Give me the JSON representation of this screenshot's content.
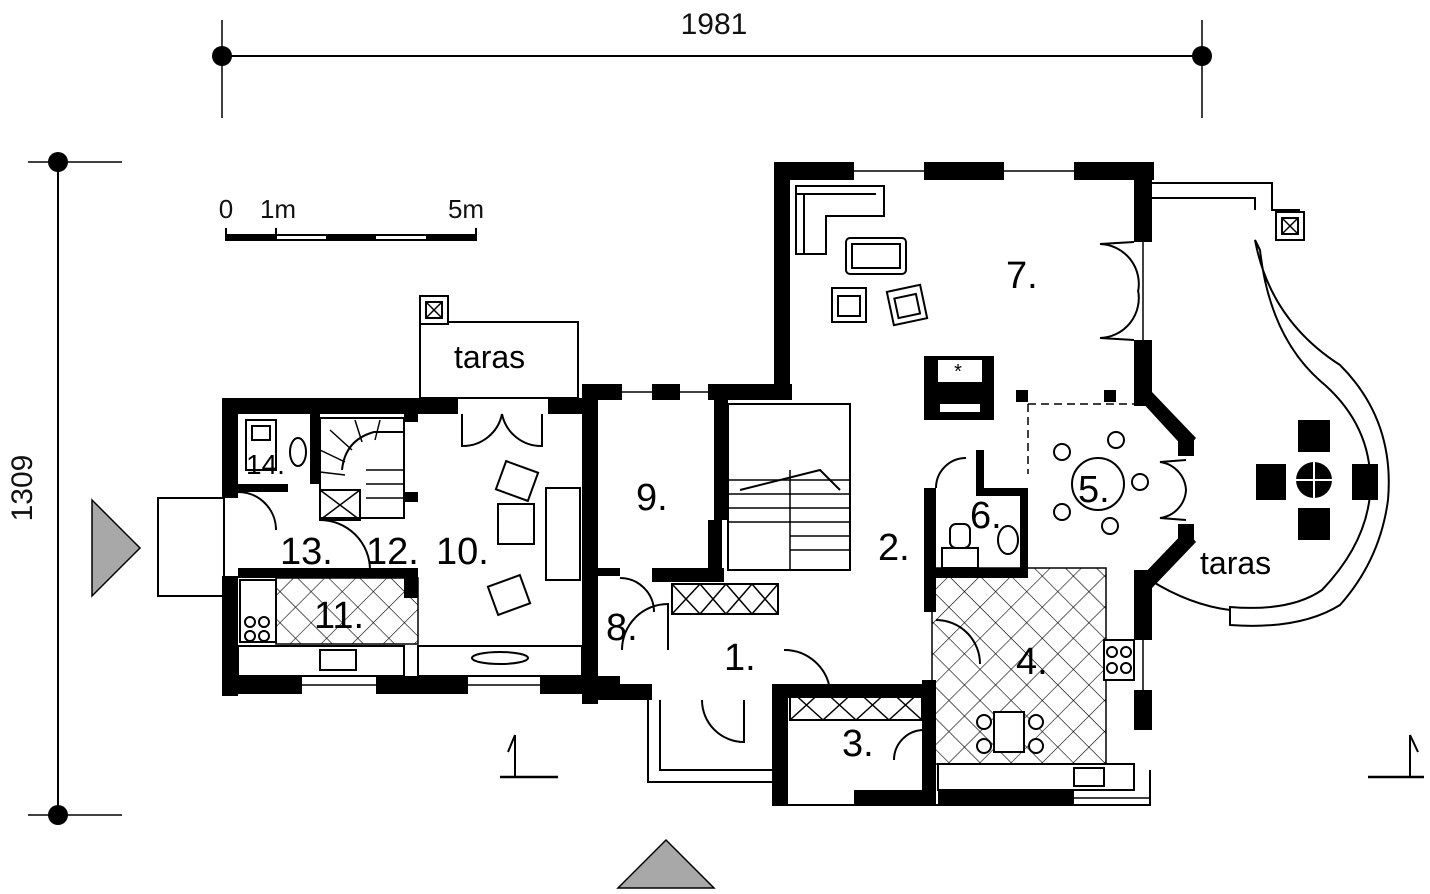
{
  "dimensions": {
    "width_label": "1981",
    "height_label": "1309"
  },
  "scale_bar": {
    "zero": "0",
    "one_m": "1m",
    "five_m": "5m"
  },
  "rooms": {
    "r1": "1.",
    "r2": "2.",
    "r3": "3.",
    "r4": "4.",
    "r5": "5.",
    "r6": "6.",
    "r7": "7.",
    "r8": "8.",
    "r9": "9.",
    "r10": "10.",
    "r11": "11.",
    "r12": "12.",
    "r13": "13.",
    "r14": "14."
  },
  "terraces": {
    "north": "taras",
    "east": "taras"
  },
  "colors": {
    "walls": "#000000",
    "entrance_arrow": "#a8a8a8",
    "background": "#ffffff"
  }
}
